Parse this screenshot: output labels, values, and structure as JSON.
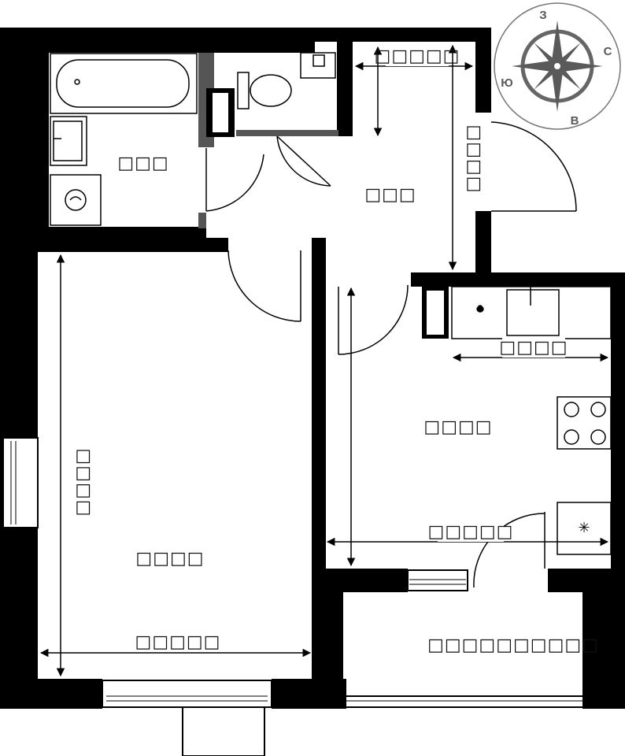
{
  "plan": {
    "rooms": {
      "bathroom": "□□□",
      "hall": "□□□",
      "living_room": "□□□□",
      "kitchen": "□□□□",
      "balcony": "□□□□□□□□□□"
    },
    "dimensions": {
      "hall_top": "□□□□□",
      "hall_right": "□□□□",
      "kitchen_top": "□□□□",
      "kitchen_bottom": "□□□□□",
      "living_left": "□□□□",
      "living_bottom": "□□□□□"
    }
  },
  "compass": {
    "north": "З",
    "east": "С",
    "south": "В",
    "west": "Ю"
  }
}
